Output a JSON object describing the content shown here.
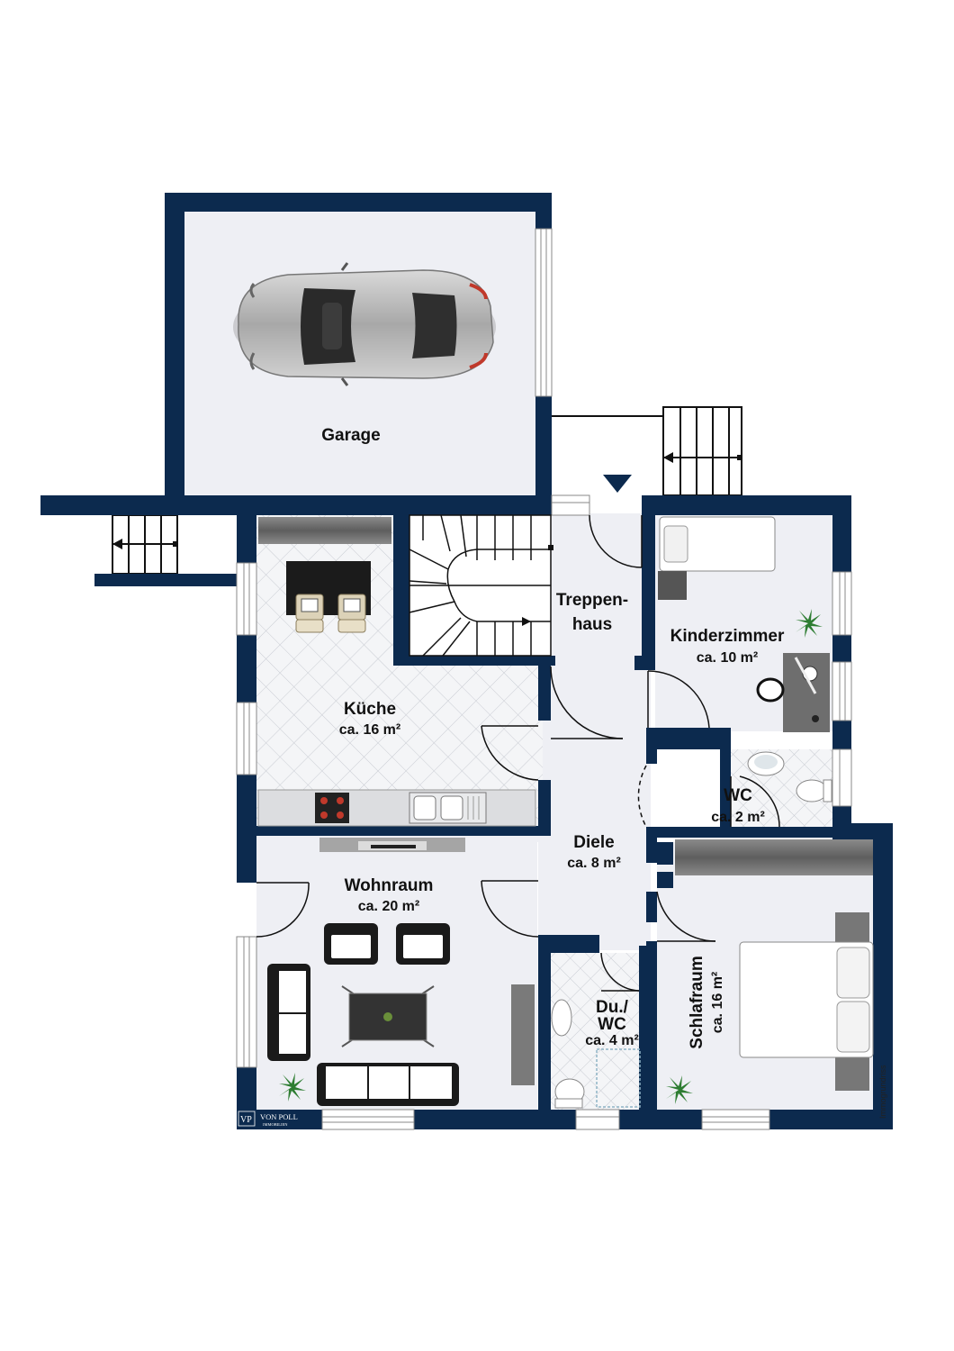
{
  "colors": {
    "wall": "#0c2a4e",
    "floor": "#eeeff4",
    "tile": "#f3f4f6",
    "cabinet": "#6e6e6e",
    "furniture": "#1a1a1a",
    "plant": "#2e7d32"
  },
  "rooms": {
    "garage": {
      "name": "Garage"
    },
    "treppenhaus": {
      "name_line1": "Treppen-",
      "name_line2": "haus"
    },
    "kinderzimmer": {
      "name": "Kinderzimmer",
      "area": "ca. 10 m²"
    },
    "kueche": {
      "name": "Küche",
      "area": "ca. 16 m²"
    },
    "wc": {
      "name": "WC",
      "area": "ca. 2 m²"
    },
    "diele": {
      "name": "Diele",
      "area": "ca. 8 m²"
    },
    "wohnraum": {
      "name": "Wohnraum",
      "area": "ca. 20 m²"
    },
    "duwc": {
      "name_line1": "Du./",
      "name_line2": "WC",
      "area": "ca. 4 m²"
    },
    "schlafraum": {
      "name": "Schlafraum",
      "area": "ca. 16 m²"
    }
  },
  "logo": {
    "mark": "VP",
    "name": "VON POLL",
    "sub": "IMMOBILIEN"
  },
  "credit": "Immogrundriss",
  "icons": {
    "car": "car-icon",
    "entrance": "entrance-arrow-icon",
    "plant": "plant-icon",
    "stove": "stove-icon",
    "sink": "sink-icon",
    "tv": "tv-icon"
  }
}
